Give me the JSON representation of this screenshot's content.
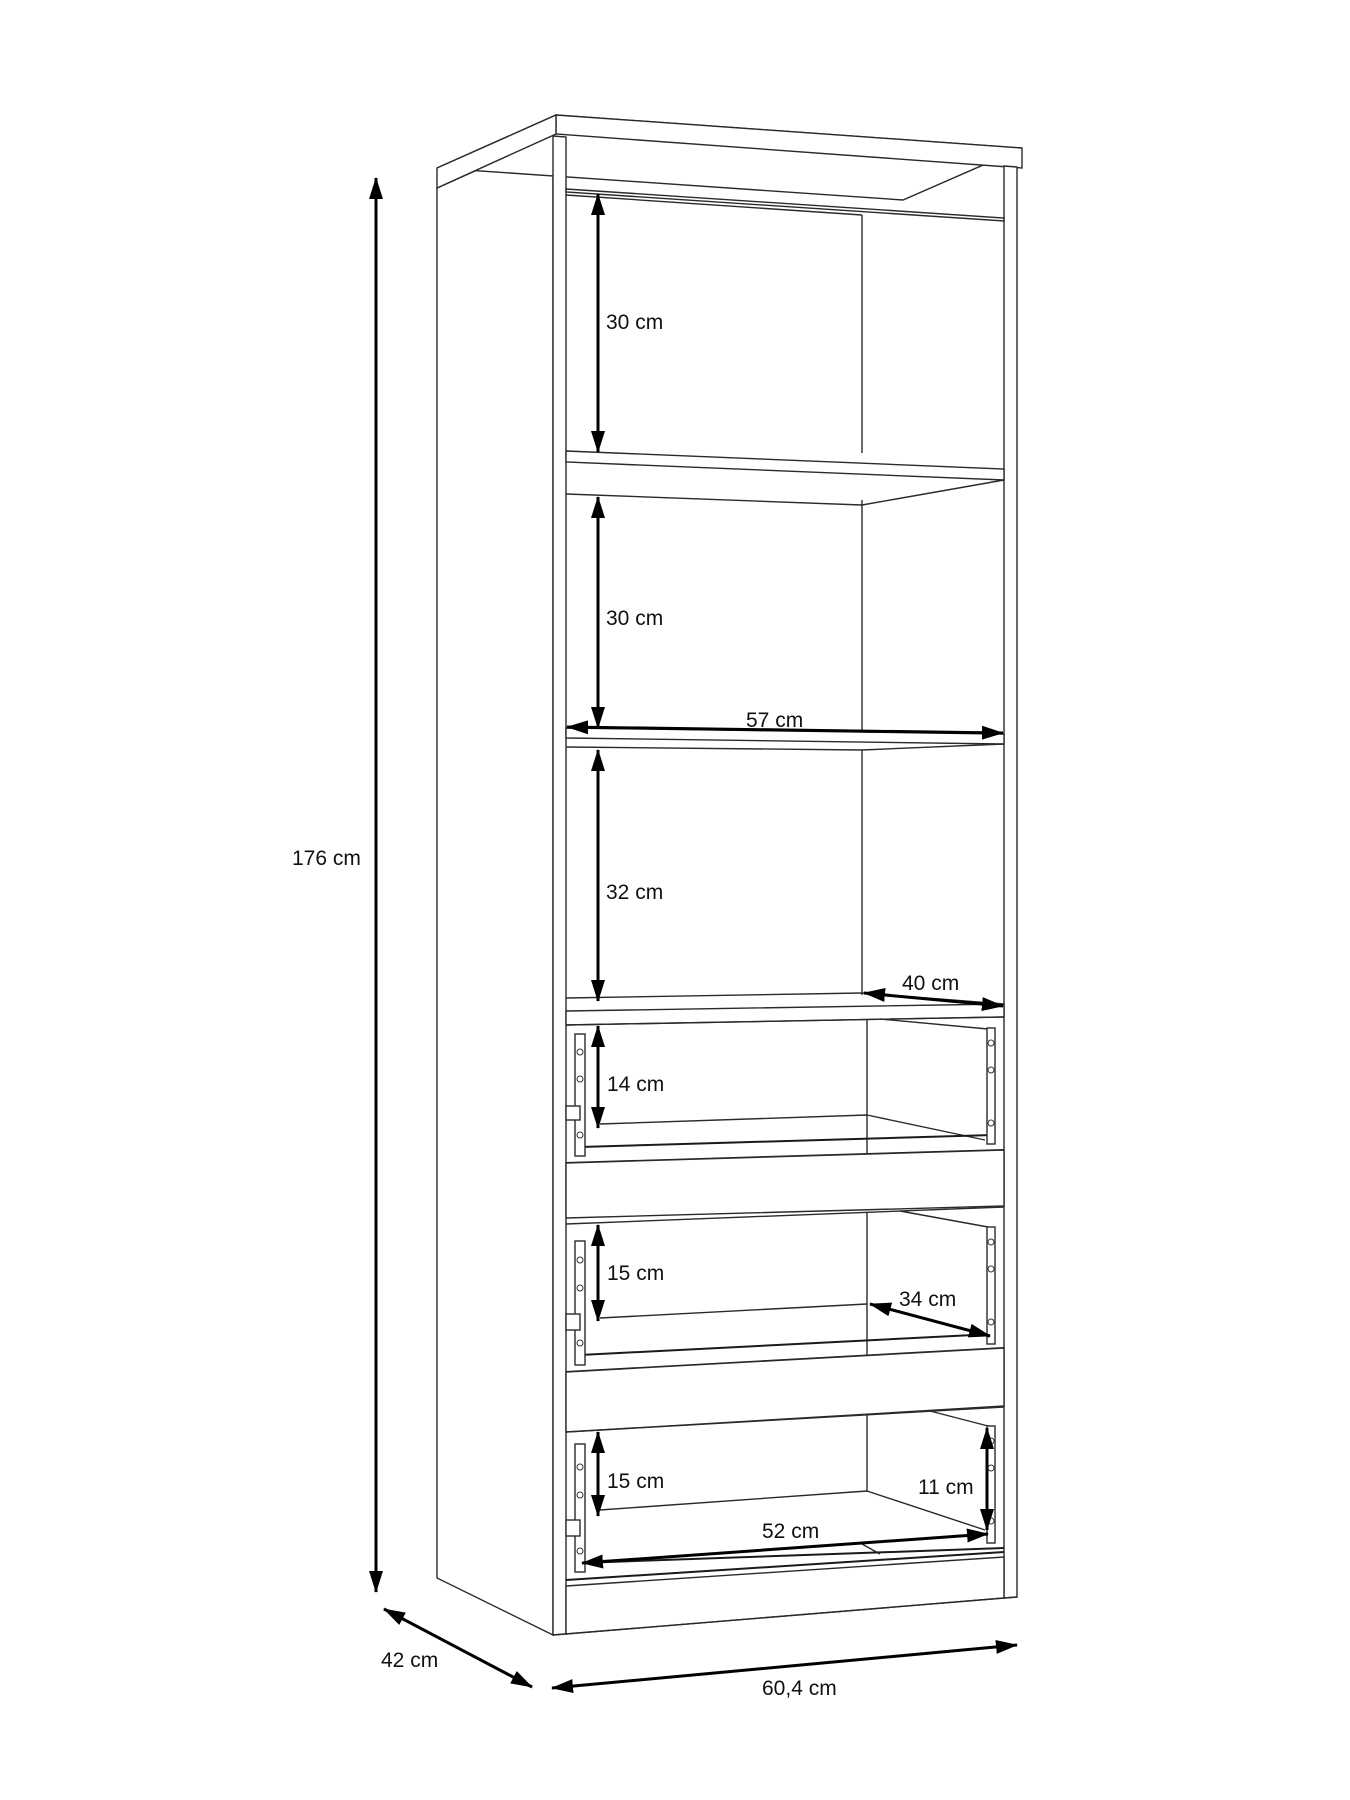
{
  "diagram": {
    "type": "technical furniture drawing",
    "subject": "Tall open bookcase with three drawers",
    "overall_dimensions": {
      "height": "176 cm",
      "depth": "42 cm",
      "width": "60,4 cm"
    },
    "compartments": [
      {
        "label": "30 cm",
        "kind": "open shelf height"
      },
      {
        "label": "30 cm",
        "kind": "open shelf height"
      },
      {
        "label": "32 cm",
        "kind": "open shelf height"
      },
      {
        "label": "14 cm",
        "kind": "drawer inner height"
      },
      {
        "label": "15 cm",
        "kind": "drawer inner height"
      },
      {
        "label": "15 cm",
        "kind": "drawer inner height"
      }
    ],
    "inner_dimensions": {
      "shelf_width": "57 cm",
      "shelf_depth": "40 cm",
      "drawer_depth": "34 cm",
      "drawer_width": "52 cm",
      "drawer_back_height": "11 cm"
    }
  },
  "labels": {
    "height": "176 cm",
    "depth": "42 cm",
    "width": "60,4 cm",
    "shelf1_height": "30 cm",
    "shelf2_height": "30 cm",
    "shelf_width": "57 cm",
    "shelf3_height": "32 cm",
    "shelf_depth": "40 cm",
    "drawer1_height": "14 cm",
    "drawer2_height": "15 cm",
    "drawer_depth": "34 cm",
    "drawer3_height": "15 cm",
    "drawer_back_height": "11 cm",
    "drawer_width": "52 cm"
  }
}
